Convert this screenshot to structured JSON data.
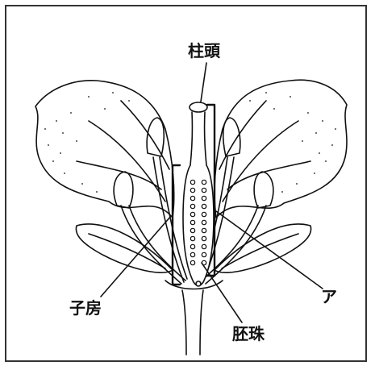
{
  "labels": {
    "stigma": "柱頭",
    "ovary": "子房",
    "a": "ア",
    "ovule": "胚珠"
  },
  "colors": {
    "line": "#111111",
    "background": "#ffffff"
  }
}
